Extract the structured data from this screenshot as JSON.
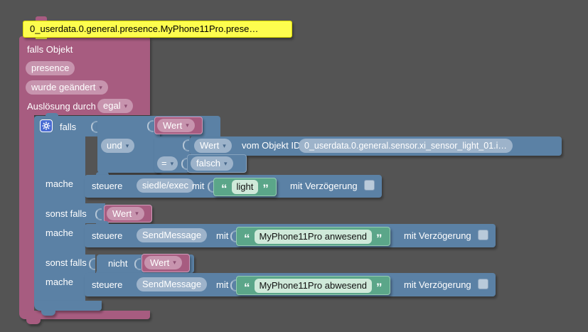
{
  "background": "#545454",
  "colors": {
    "trigger_block": "#a75c80",
    "trigger_field": "#c794ae",
    "logic_block": "#5b81a5",
    "logic_field": "#9db3ca",
    "string_block": "#5ba689",
    "string_field": "#cfe9d9",
    "selected_field_highlight": "#fdfd4e",
    "gear_icon_bg": "#4a6cd3"
  },
  "icons": {
    "dropdown": "▾",
    "quote_open": "“",
    "quote_close": "”"
  },
  "trigger": {
    "oid_field": "0_userdata.0.general.presence.MyPhone11Pro.prese…",
    "falls_objekt": "falls Objekt",
    "name_field": "presence",
    "change_mode": "wurde geändert",
    "trigger_label": "Auslösung durch",
    "trigger_mode": "egal"
  },
  "logic": {
    "falls": "falls",
    "und": "und",
    "wert": "Wert",
    "vom_objekt_id": "vom Objekt ID",
    "sensor_oid": "0_userdata.0.general.sensor.xi_sensor_light_01.i…",
    "eq": "=",
    "falsch": "falsch",
    "mache": "mache",
    "sonst_falls": "sonst falls",
    "nicht": "nicht"
  },
  "actions": [
    {
      "verb": "steuere",
      "target": "siedle/exec",
      "mit": "mit",
      "value": "light",
      "delay_label": "mit Verzögerung"
    },
    {
      "verb": "steuere",
      "target": "SendMessage",
      "mit": "mit",
      "value": "MyPhone11Pro anwesend",
      "delay_label": "mit Verzögerung"
    },
    {
      "verb": "steuere",
      "target": "SendMessage",
      "mit": "mit",
      "value": "MyPhone11Pro abwesend",
      "delay_label": "mit Verzögerung"
    }
  ]
}
